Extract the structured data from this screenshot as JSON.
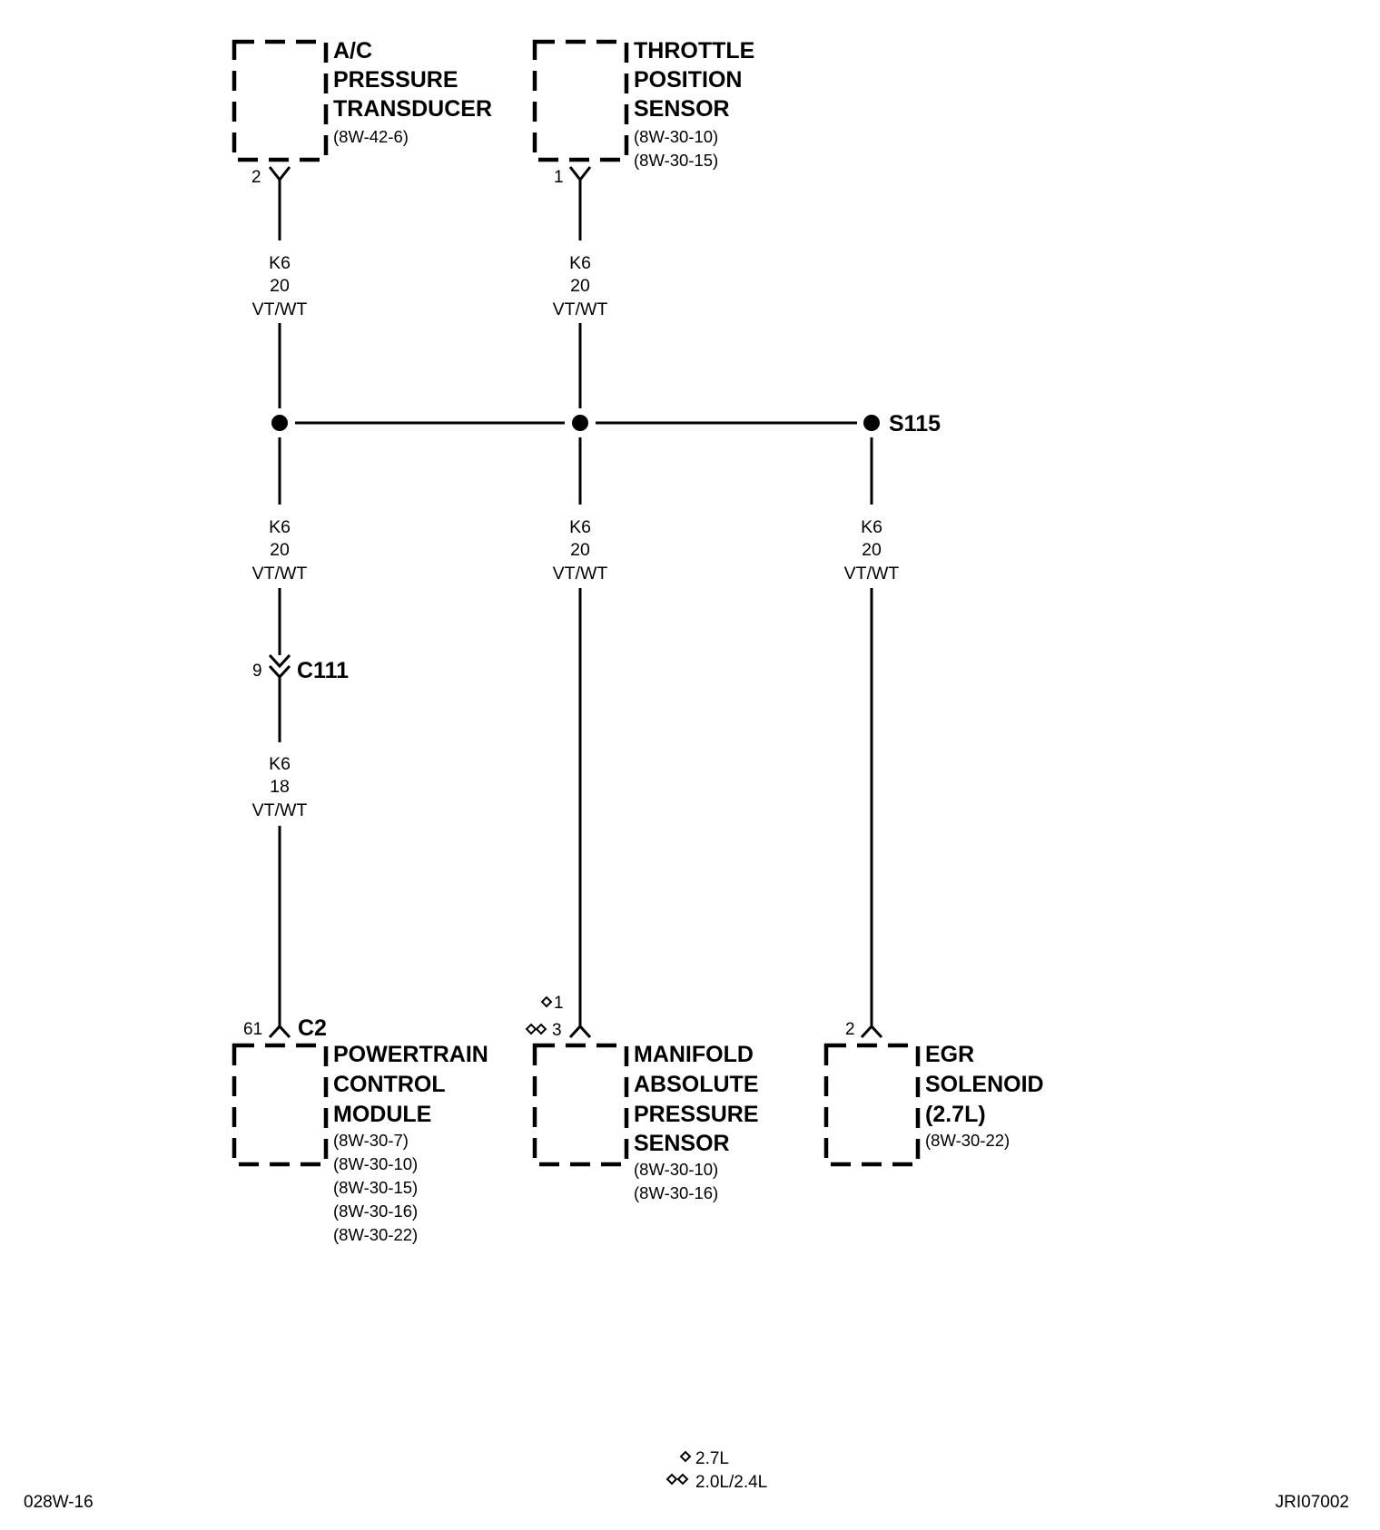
{
  "components": {
    "ac_transducer": {
      "title": [
        "A/C",
        "PRESSURE",
        "TRANSDUCER"
      ],
      "refs": [
        "(8W-42-6)"
      ],
      "pin": "2"
    },
    "tps": {
      "title": [
        "THROTTLE",
        "POSITION",
        "SENSOR"
      ],
      "refs": [
        "(8W-30-10)",
        "(8W-30-15)"
      ],
      "pin": "1"
    },
    "pcm": {
      "title": [
        "POWERTRAIN",
        "CONTROL",
        "MODULE"
      ],
      "refs": [
        "(8W-30-7)",
        "(8W-30-10)",
        "(8W-30-15)",
        "(8W-30-16)",
        "(8W-30-22)"
      ],
      "pin": "61",
      "connector": "C2"
    },
    "map": {
      "title": [
        "MANIFOLD",
        "ABSOLUTE",
        "PRESSURE",
        "SENSOR"
      ],
      "refs": [
        "(8W-30-10)",
        "(8W-30-16)"
      ],
      "pin_a": "1",
      "pin_b": "3"
    },
    "egr": {
      "title": [
        "EGR",
        "SOLENOID",
        "(2.7L)"
      ],
      "refs": [
        "(8W-30-22)"
      ],
      "pin": "2"
    }
  },
  "wires": {
    "ac_upper": [
      "K6",
      "20",
      "VT/WT"
    ],
    "tps_upper": [
      "K6",
      "20",
      "VT/WT"
    ],
    "pcm_mid": [
      "K6",
      "20",
      "VT/WT"
    ],
    "pcm_lower": [
      "K6",
      "18",
      "VT/WT"
    ],
    "map_lower": [
      "K6",
      "20",
      "VT/WT"
    ],
    "egr_lower": [
      "K6",
      "20",
      "VT/WT"
    ]
  },
  "splice": {
    "label": "S115"
  },
  "inline_connector": {
    "name": "C111",
    "pin": "9"
  },
  "legend": {
    "single_diamond": "2.7L",
    "double_diamond": "2.0L/2.4L"
  },
  "footer": {
    "left_code": "028W-16",
    "right_code": "JRI07002"
  }
}
